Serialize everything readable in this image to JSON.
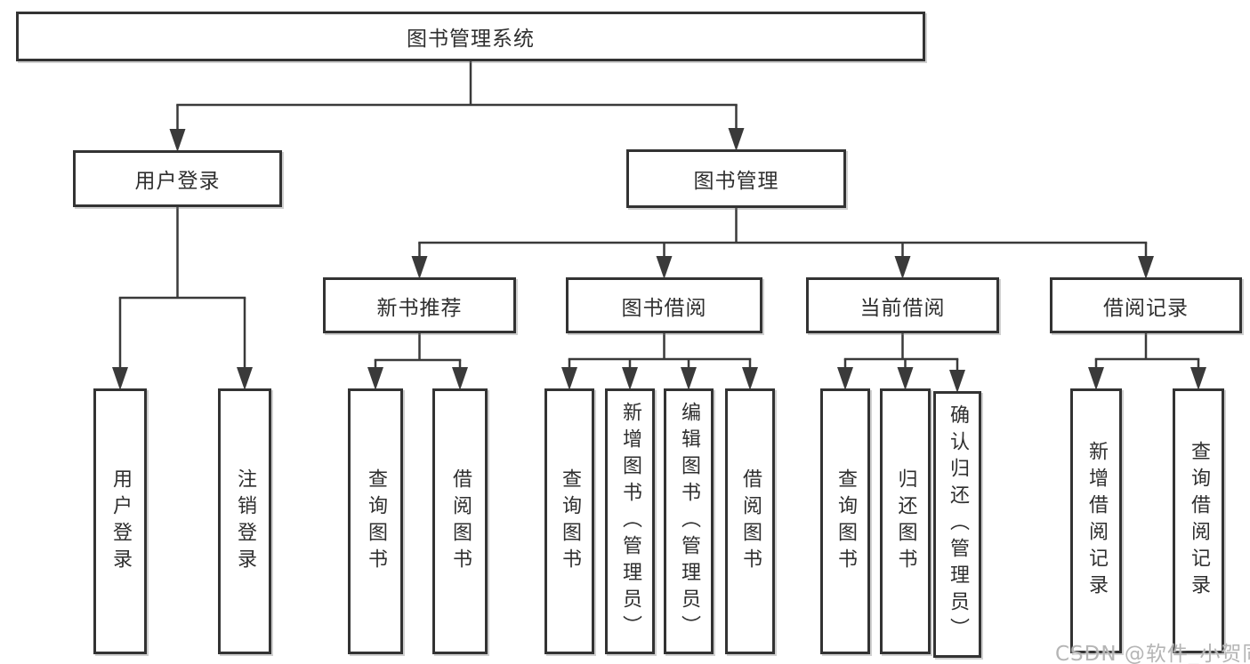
{
  "diagram": {
    "title": "图书管理系统",
    "nodes": [
      {
        "id": "root",
        "label": "图书管理系统",
        "parent": null
      },
      {
        "id": "user-login-group",
        "label": "用户登录",
        "parent": "root"
      },
      {
        "id": "book-mgmt",
        "label": "图书管理",
        "parent": "root"
      },
      {
        "id": "user-login",
        "label": "用户登录",
        "parent": "user-login-group"
      },
      {
        "id": "user-logout",
        "label": "注销登录",
        "parent": "user-login-group"
      },
      {
        "id": "new-book-rec",
        "label": "新书推荐",
        "parent": "book-mgmt"
      },
      {
        "id": "book-borrow",
        "label": "图书借阅",
        "parent": "book-mgmt"
      },
      {
        "id": "current-borrow",
        "label": "当前借阅",
        "parent": "book-mgmt"
      },
      {
        "id": "borrow-records",
        "label": "借阅记录",
        "parent": "book-mgmt"
      },
      {
        "id": "rec-query-books",
        "label": "查询图书",
        "parent": "new-book-rec"
      },
      {
        "id": "rec-borrow-books",
        "label": "借阅图书",
        "parent": "new-book-rec"
      },
      {
        "id": "borrow-query-books",
        "label": "查询图书",
        "parent": "book-borrow"
      },
      {
        "id": "borrow-add-books",
        "label": "新增图书（管理员）",
        "parent": "book-borrow"
      },
      {
        "id": "borrow-edit-books",
        "label": "编辑图书（管理员）",
        "parent": "book-borrow"
      },
      {
        "id": "borrow-borrow-books",
        "label": "借阅图书",
        "parent": "book-borrow"
      },
      {
        "id": "curr-query-books",
        "label": "查询图书",
        "parent": "current-borrow"
      },
      {
        "id": "curr-return-books",
        "label": "归还图书",
        "parent": "current-borrow"
      },
      {
        "id": "curr-confirm-return",
        "label": "确认归还（管理员）",
        "parent": "current-borrow"
      },
      {
        "id": "rec2-add-record",
        "label": "新增借阅记录",
        "parent": "borrow-records"
      },
      {
        "id": "rec2-query-record",
        "label": "查询借阅记录",
        "parent": "borrow-records"
      }
    ]
  },
  "watermark": {
    "text": "CSDN @软件_小贺同学"
  },
  "colors": {
    "box_border": "#333333",
    "connector_line": "#3a3a3a",
    "text": "#2f2f2f",
    "watermark_text": "#b5b5b5",
    "background": "#ffffff"
  }
}
